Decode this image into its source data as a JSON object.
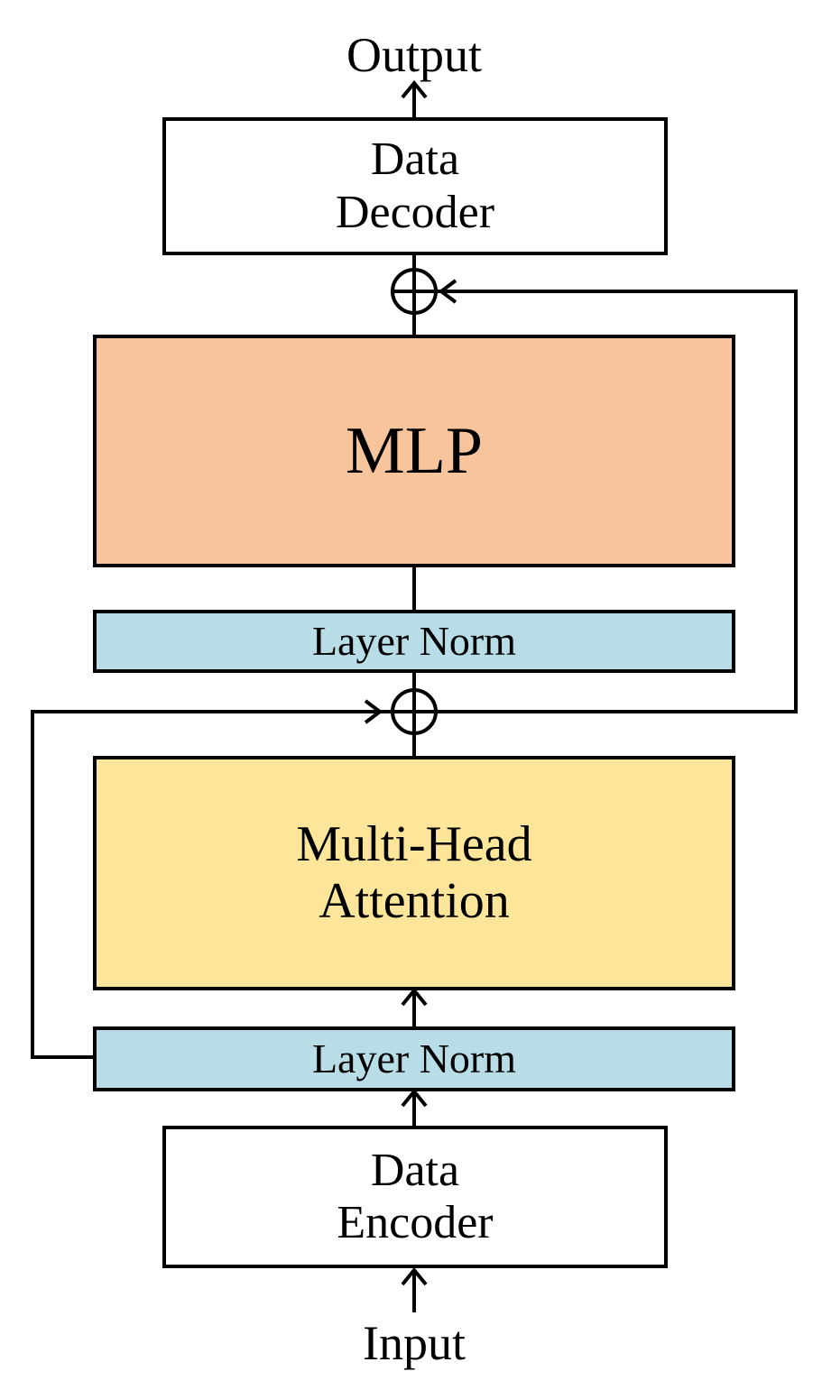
{
  "diagram": {
    "output_label": "Output",
    "input_label": "Input",
    "decoder": {
      "line1": "Data",
      "line2": "Decoder"
    },
    "mlp": {
      "label": "MLP",
      "color": "#f8c49c"
    },
    "layer_norm_top": {
      "label": "Layer Norm",
      "color": "#b8dde6"
    },
    "attention": {
      "line1": "Multi-Head",
      "line2": "Attention",
      "color": "#fde59a"
    },
    "layer_norm_bottom": {
      "label": "Layer Norm",
      "color": "#b8dde6"
    },
    "encoder": {
      "line1": "Data",
      "line2": "Encoder"
    },
    "add_symbol": "⊕"
  }
}
